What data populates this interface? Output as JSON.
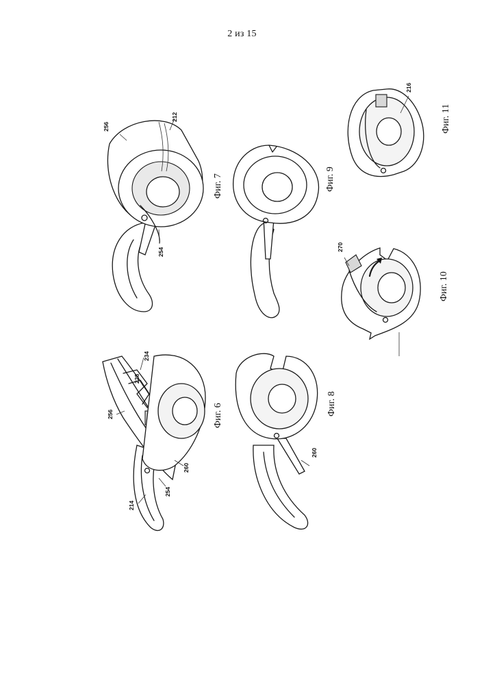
{
  "header": {
    "page_number": "2 из 15"
  },
  "figures": [
    {
      "id": "fig6",
      "caption": "Фиг. 6",
      "labels": [
        "256",
        "234",
        "228",
        "214",
        "254",
        "260"
      ]
    },
    {
      "id": "fig7",
      "caption": "Фиг. 7",
      "labels": [
        "256",
        "212",
        "254"
      ]
    },
    {
      "id": "fig8",
      "caption": "Фиг. 8",
      "labels": [
        "260"
      ]
    },
    {
      "id": "fig9",
      "caption": "Фиг. 9",
      "labels": []
    },
    {
      "id": "fig10",
      "caption": "Фиг. 10",
      "labels": [
        "270"
      ]
    },
    {
      "id": "fig11",
      "caption": "Фиг. 11",
      "labels": [
        "216"
      ]
    }
  ]
}
